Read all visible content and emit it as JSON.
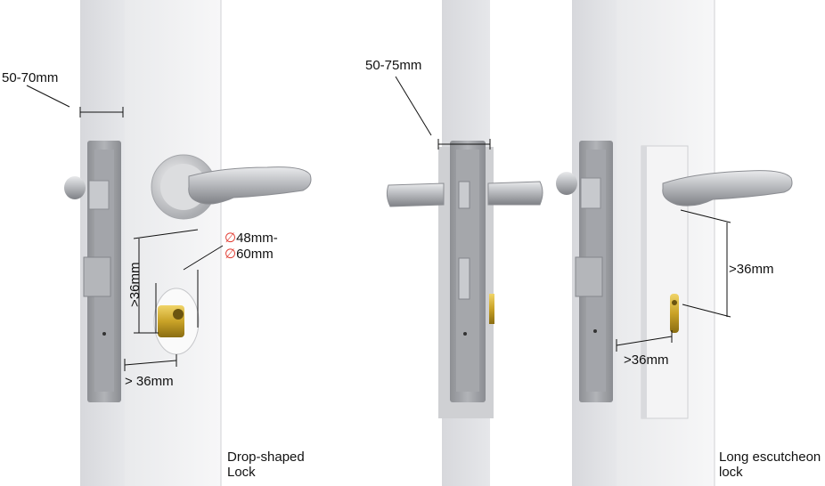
{
  "panels": [
    {
      "id": "drop-shaped",
      "caption_line1": "Drop-shaped",
      "caption_line2": "Lock",
      "door_thickness": "50-70mm",
      "hole_diameter_line1": "48mm-",
      "hole_diameter_line2": "60mm",
      "diameter_symbol": "∅",
      "handle_to_cylinder": ">36mm",
      "edge_to_cylinder": "> 36mm"
    },
    {
      "id": "side-view",
      "door_thickness": "50-75mm"
    },
    {
      "id": "long-escutcheon",
      "caption_line1": "Long escutcheon",
      "caption_line2": "lock",
      "handle_to_cylinder": ">36mm",
      "edge_to_cylinder": ">36mm"
    }
  ],
  "colors": {
    "door_light": "#f2f2f3",
    "door_edge": "#dedfe2",
    "plate": "#9ea0a5",
    "chrome": "#c5c7cb",
    "brass": "#c9a227",
    "accent_red": "#e0362c"
  }
}
